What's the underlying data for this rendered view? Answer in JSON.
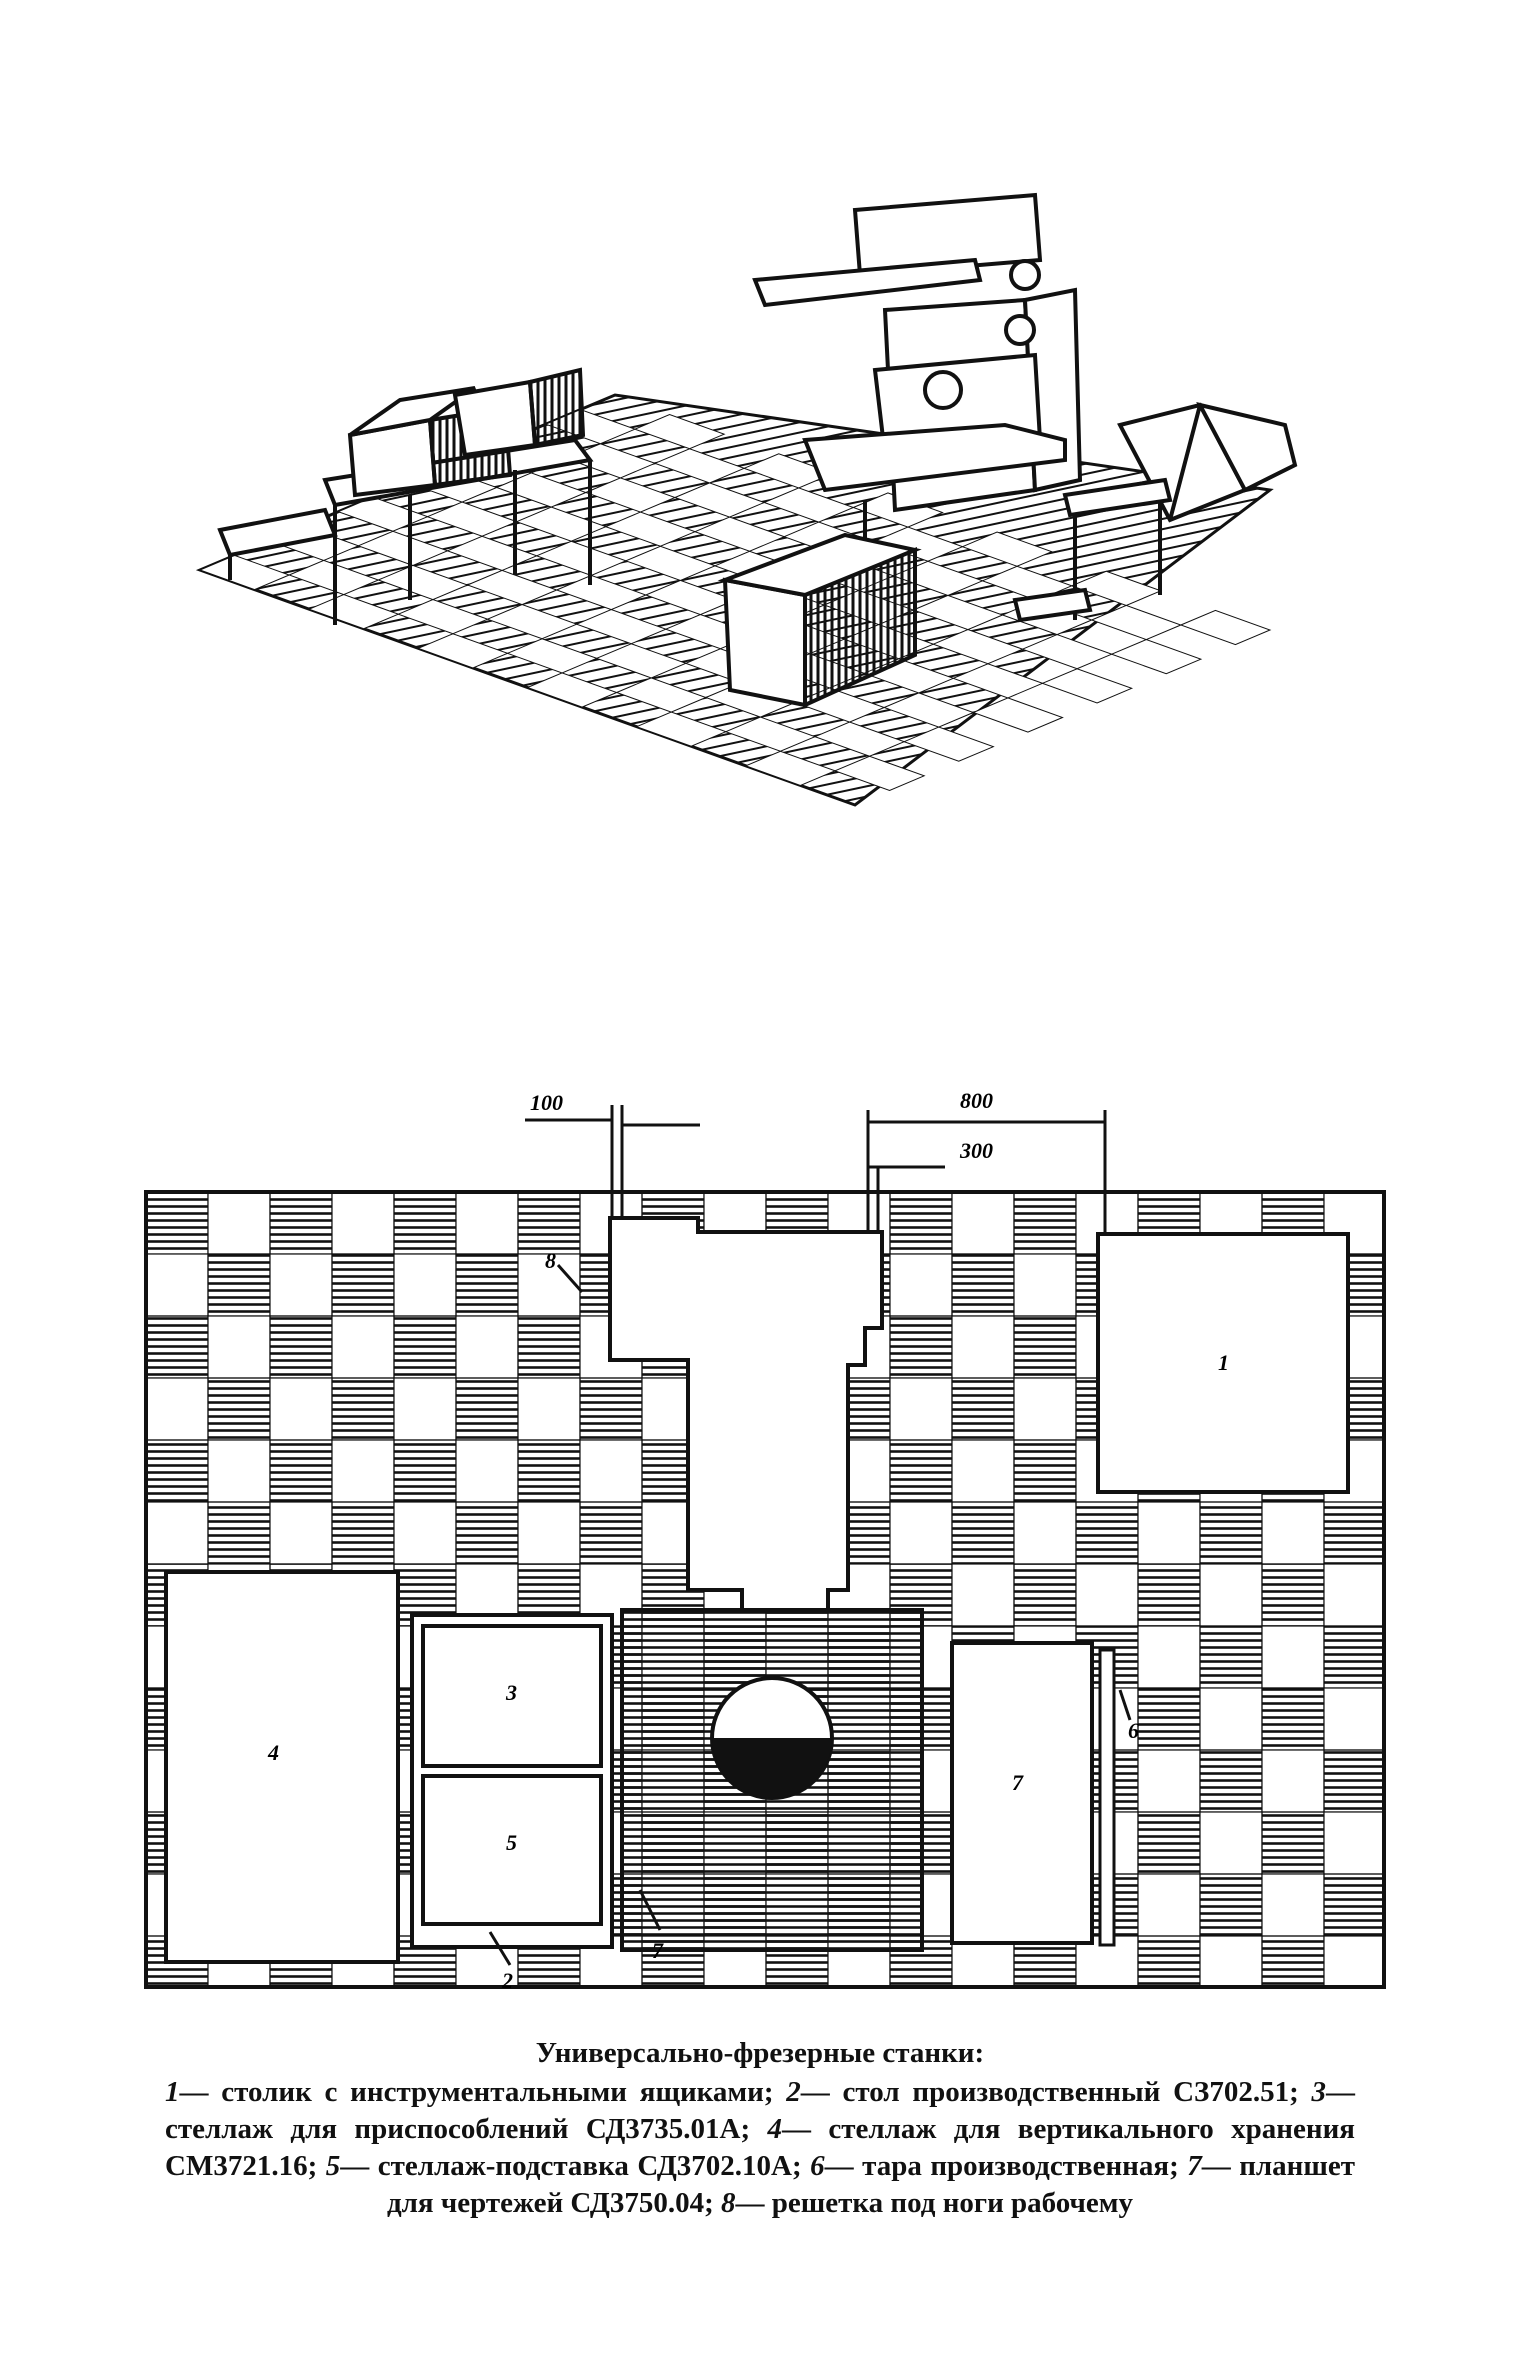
{
  "plan": {
    "dimensions": [
      "100",
      "800",
      "300"
    ],
    "labels": {
      "l1": "1",
      "l2": "2",
      "l3": "3",
      "l4": "4",
      "l5": "5",
      "l6": "6",
      "l7": "7",
      "l8": "8"
    }
  },
  "caption": {
    "title": "Универсально-фрезерные станки:",
    "items": [
      {
        "num": "1",
        "text": "— столик с инструментальными ящиками; "
      },
      {
        "num": "2",
        "text": "— стол производственный СЗ702.51; "
      },
      {
        "num": "3",
        "text": "— стеллаж для приспособлений СД3735.01А; "
      },
      {
        "num": "4",
        "text": "— стеллаж для вертикального хранения СМ3721.16; "
      },
      {
        "num": "5",
        "text": "— стеллаж-подставка СД3702.10А; "
      },
      {
        "num": "6",
        "text": "— тара производственная; "
      },
      {
        "num": "7",
        "text": "— планшет для чертежей СД3750.04; "
      },
      {
        "num": "8",
        "text": "— решетка под ноги рабочему"
      }
    ]
  },
  "colors": {
    "ink": "#111111",
    "paper": "#ffffff"
  }
}
